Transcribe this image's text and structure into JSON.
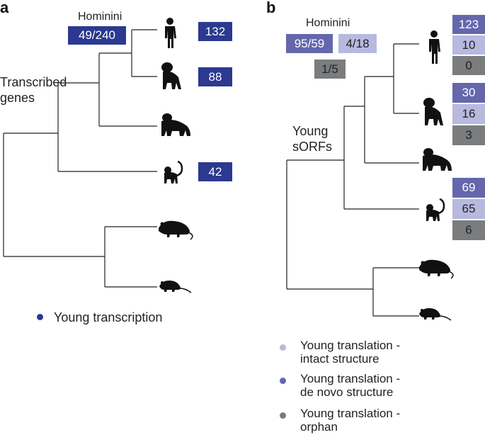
{
  "colors": {
    "transcription": "#2b3990",
    "translation_intact": "#b7b9df",
    "translation_denovo": "#6567ad",
    "translation_orphan": "#7b7c7e",
    "tree": "#222222"
  },
  "panel_a": {
    "label": "a",
    "clade_label": "Hominini",
    "clade_count": "49/240",
    "node_label_line1": "Transcribed",
    "node_label_line2": "genes",
    "species_counts": {
      "human": "132",
      "chimpanzee": "88",
      "macaque": "42"
    },
    "legend": [
      {
        "label": "Young transcription",
        "color": "#2b3990"
      }
    ]
  },
  "panel_b": {
    "label": "b",
    "clade_label": "Hominini",
    "clade_counts": {
      "denovo": "95/59",
      "intact": "4/18",
      "orphan": "1/5"
    },
    "node_label_line1": "Young",
    "node_label_line2": "sORFs",
    "species_counts": {
      "human": {
        "denovo": "123",
        "intact": "10",
        "orphan": "0"
      },
      "chimpanzee": {
        "denovo": "30",
        "intact": "16",
        "orphan": "3"
      },
      "macaque": {
        "denovo": "69",
        "intact": "65",
        "orphan": "6"
      }
    },
    "legend": [
      {
        "line1": "Young translation -",
        "line2": "intact structure",
        "color": "#b7b9df"
      },
      {
        "line1": "Young translation -",
        "line2": "de novo structure",
        "color": "#6567ad"
      },
      {
        "line1": "Young translation -",
        "line2": "orphan",
        "color": "#7b7c7e"
      }
    ]
  }
}
